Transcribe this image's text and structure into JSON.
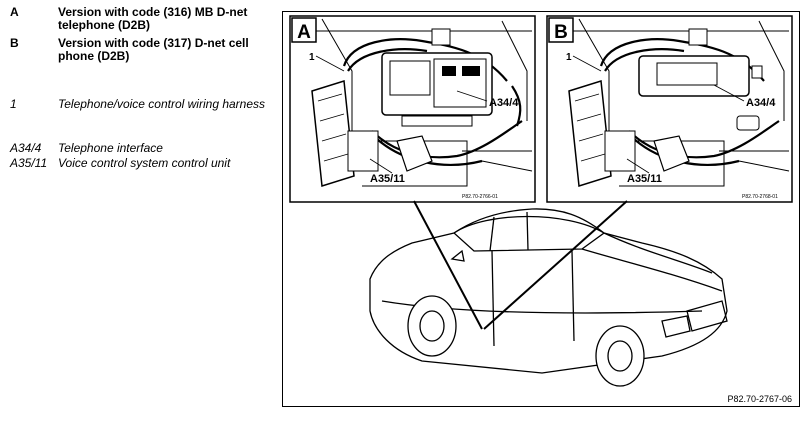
{
  "legend": {
    "variants": [
      {
        "key": "A",
        "text": "Version with code (316) MB D-net telephone (D2B)"
      },
      {
        "key": "B",
        "text": "Version with code (317) D-net cell phone (D2B)"
      }
    ],
    "items": [
      {
        "key": "1",
        "text": "Telephone/voice control wiring harness"
      },
      {
        "key": "A34/4",
        "text": "Telephone interface"
      },
      {
        "key": "A35/11",
        "text": "Voice control system control unit"
      }
    ]
  },
  "figure": {
    "panel_a": {
      "letter": "A",
      "callout_1": "1",
      "callout_a34": "A34/4",
      "callout_a35": "A35/11",
      "code": "P82.70-2766-01"
    },
    "panel_b": {
      "letter": "B",
      "callout_1": "1",
      "callout_a34": "A34/4",
      "callout_a35": "A35/11",
      "code": "P82.70-2768-01"
    }
  },
  "reference": "P82.70-2767-06"
}
